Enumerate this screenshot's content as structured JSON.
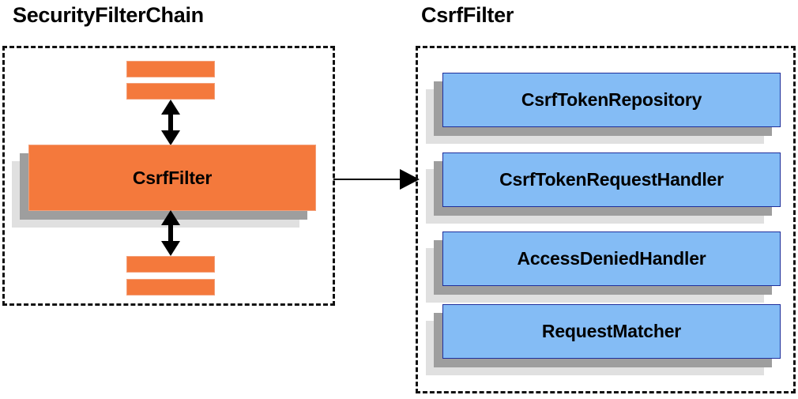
{
  "diagram": {
    "type": "component-relationship-diagram",
    "background_color": "#ffffff",
    "palette": {
      "orange_fill": "#f4793c",
      "orange_border": "#f3a07a",
      "blue_fill": "#84bcf5",
      "blue_border": "#1f2f9b",
      "shadow_dark": "#9e9e9e",
      "shadow_light": "#e0e0e0",
      "outline": "#111111",
      "text": "#000000"
    },
    "panels": [
      {
        "key": "security_filter_chain",
        "title": "SecurityFilterChain",
        "border_style": "dashed"
      },
      {
        "key": "csrf_filter",
        "title": "CsrfFilter",
        "border_style": "dashed"
      }
    ],
    "left_panel": {
      "title": "SecurityFilterChain",
      "top_bars": [
        {
          "label": ""
        },
        {
          "label": ""
        }
      ],
      "highlighted_filter": {
        "label": "CsrfFilter"
      },
      "bottom_bars": [
        {
          "label": ""
        },
        {
          "label": ""
        }
      ],
      "connector_top": {
        "name": "double-headed-vertical-arrow",
        "direction": "both"
      },
      "connector_bottom": {
        "name": "double-headed-vertical-arrow",
        "direction": "both"
      }
    },
    "right_panel": {
      "title": "CsrfFilter",
      "collaborators": [
        {
          "label": "CsrfTokenRepository"
        },
        {
          "label": "CsrfTokenRequestHandler"
        },
        {
          "label": "AccessDeniedHandler"
        },
        {
          "label": "RequestMatcher"
        }
      ]
    },
    "link_arrow": {
      "name": "expand-arrow",
      "direction": "right",
      "from": "SecurityFilterChain.CsrfFilter",
      "to": "CsrfFilter panel"
    }
  }
}
